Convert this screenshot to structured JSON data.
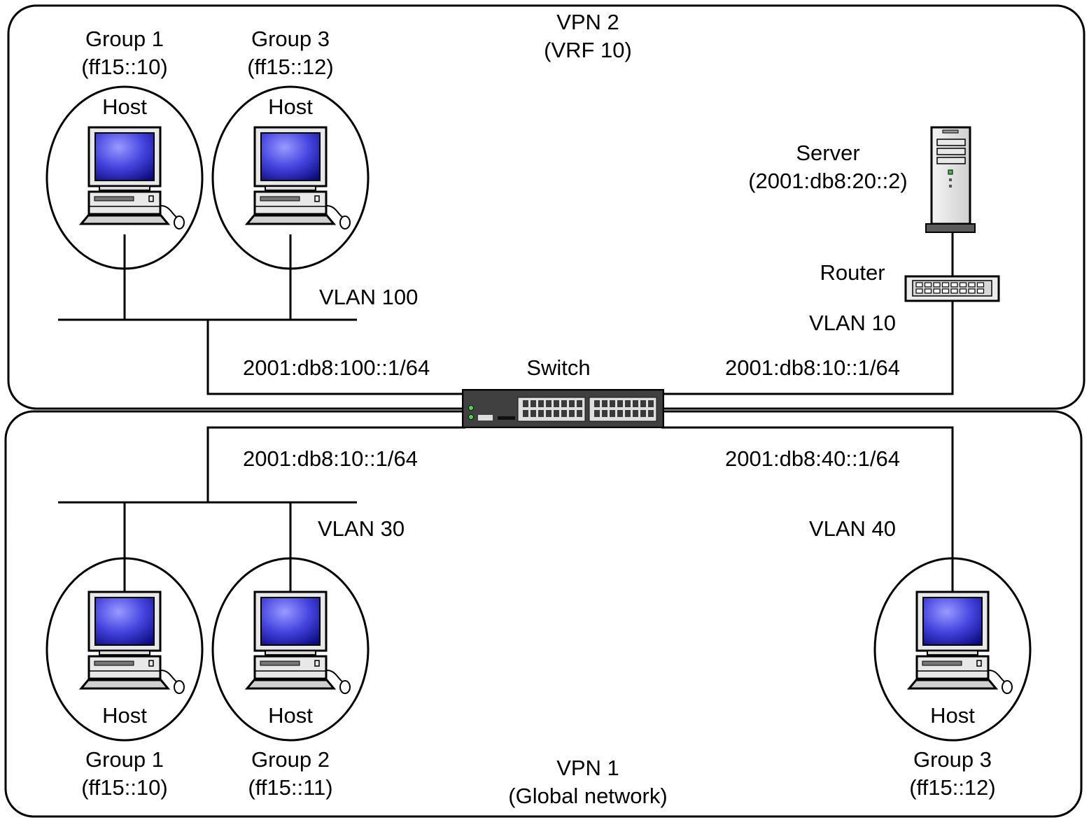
{
  "vpn2": {
    "title": "VPN 2",
    "subtitle": "(VRF 10)"
  },
  "vpn1": {
    "title": "VPN 1",
    "subtitle": "(Global network)"
  },
  "switch_label": "Switch",
  "router_label": "Router",
  "server": {
    "label": "Server",
    "address": "(2001:db8:20::2)"
  },
  "vlans": {
    "vlan100": "VLAN 100",
    "vlan10": "VLAN 10",
    "vlan30": "VLAN 30",
    "vlan40": "VLAN 40"
  },
  "addresses": {
    "vlan100": "2001:db8:100::1/64",
    "vlan10": "2001:db8:10::1/64",
    "vlan30": "2001:db8:10::1/64",
    "vlan40": "2001:db8:40::1/64"
  },
  "host_label": "Host",
  "hosts": {
    "vpn2_group1": {
      "group": "Group 1",
      "address": "(ff15::10)"
    },
    "vpn2_group3": {
      "group": "Group 3",
      "address": "(ff15::12)"
    },
    "vpn1_group1": {
      "group": "Group 1",
      "address": "(ff15::10)"
    },
    "vpn1_group2": {
      "group": "Group 2",
      "address": "(ff15::11)"
    },
    "vpn1_group3": {
      "group": "Group 3",
      "address": "(ff15::12)"
    }
  },
  "colors": {
    "line": "#000000",
    "screen_light": "#8080ff",
    "screen_dark": "#0a0a80",
    "device_body": "#e6e6e6",
    "switch_body": "#3a3a3a"
  }
}
